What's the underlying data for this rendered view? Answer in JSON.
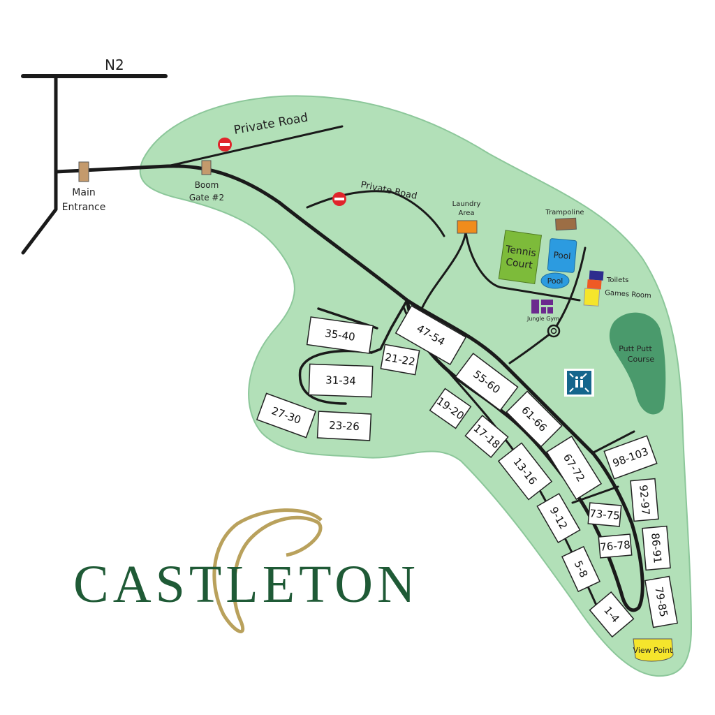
{
  "roads": {
    "highway": "N2",
    "private_road_1": "Private  Road",
    "private_road_2": "Private Road"
  },
  "gates": {
    "main_entrance": [
      "Main",
      "Entrance"
    ],
    "boom_gate": [
      "Boom",
      "Gate #2"
    ]
  },
  "facilities": {
    "laundry": [
      "Laundry",
      "Area"
    ],
    "trampoline": "Trampoline",
    "tennis": [
      "Tennis",
      "Court"
    ],
    "pool_1": "Pool",
    "pool_2": "Pool",
    "toilets": "Toilets",
    "games_room": "Games Room",
    "jungle_gym": "Jungle Gym",
    "putt_putt": [
      "Putt Putt",
      "Course"
    ],
    "view_point": "View Point"
  },
  "plots": [
    "35-40",
    "21-22",
    "47-54",
    "31-34",
    "55-60",
    "27-30",
    "23-26",
    "19-20",
    "61-66",
    "17-18",
    "13-16",
    "67-72",
    "98-103",
    "92-97",
    "73-75",
    "9-12",
    "76-78",
    "86-91",
    "5-8",
    "79-85",
    "1-4"
  ],
  "logo": {
    "text": "CASTLETON"
  },
  "colors": {
    "land": "#b2e0b8",
    "putt": "#4a9a6c",
    "tennis": "#7dbb3a",
    "pool": "#2c9be0",
    "laundry": "#f08c1c",
    "trampoline": "#9c6e45",
    "toilets": "#2d2d8e",
    "games": "#ef5a24",
    "yellow": "#f5e52c",
    "jungle": "#6b2a8e",
    "assembly": "#14658c",
    "logo": "#1f5a36"
  }
}
